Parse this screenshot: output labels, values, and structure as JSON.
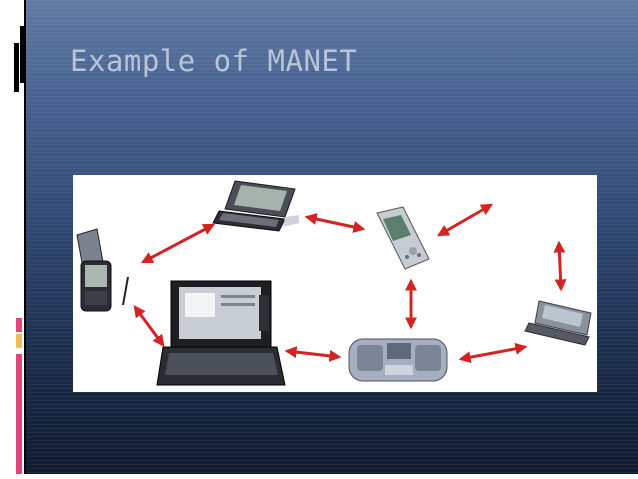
{
  "slide": {
    "title": "Example of MANET"
  },
  "diagram": {
    "nodes": [
      {
        "name": "pda-stylus",
        "device": "pda-icon"
      },
      {
        "name": "handheld-pc",
        "device": "handheld-pc-icon"
      },
      {
        "name": "flip-phone",
        "device": "mobile-phone-icon"
      },
      {
        "name": "laptop",
        "device": "laptop-icon"
      },
      {
        "name": "keyboard-phone",
        "device": "keyboard-phone-icon"
      },
      {
        "name": "communicator",
        "device": "communicator-icon"
      }
    ],
    "links": [
      [
        "pda-stylus",
        "handheld-pc"
      ],
      [
        "handheld-pc",
        "flip-phone"
      ],
      [
        "flip-phone",
        "top-right"
      ],
      [
        "pda-stylus",
        "laptop"
      ],
      [
        "flip-phone",
        "keyboard-phone"
      ],
      [
        "laptop",
        "keyboard-phone"
      ],
      [
        "keyboard-phone",
        "communicator"
      ],
      [
        "communicator",
        "top-right"
      ]
    ],
    "link_color": "#d42323"
  },
  "colors": {
    "background_top": "#5f7aa3",
    "background_bottom": "#0e1a2e",
    "title_text": "#b9c4d6",
    "accent_pink": "#e0457b",
    "accent_gold": "#e8c058"
  }
}
